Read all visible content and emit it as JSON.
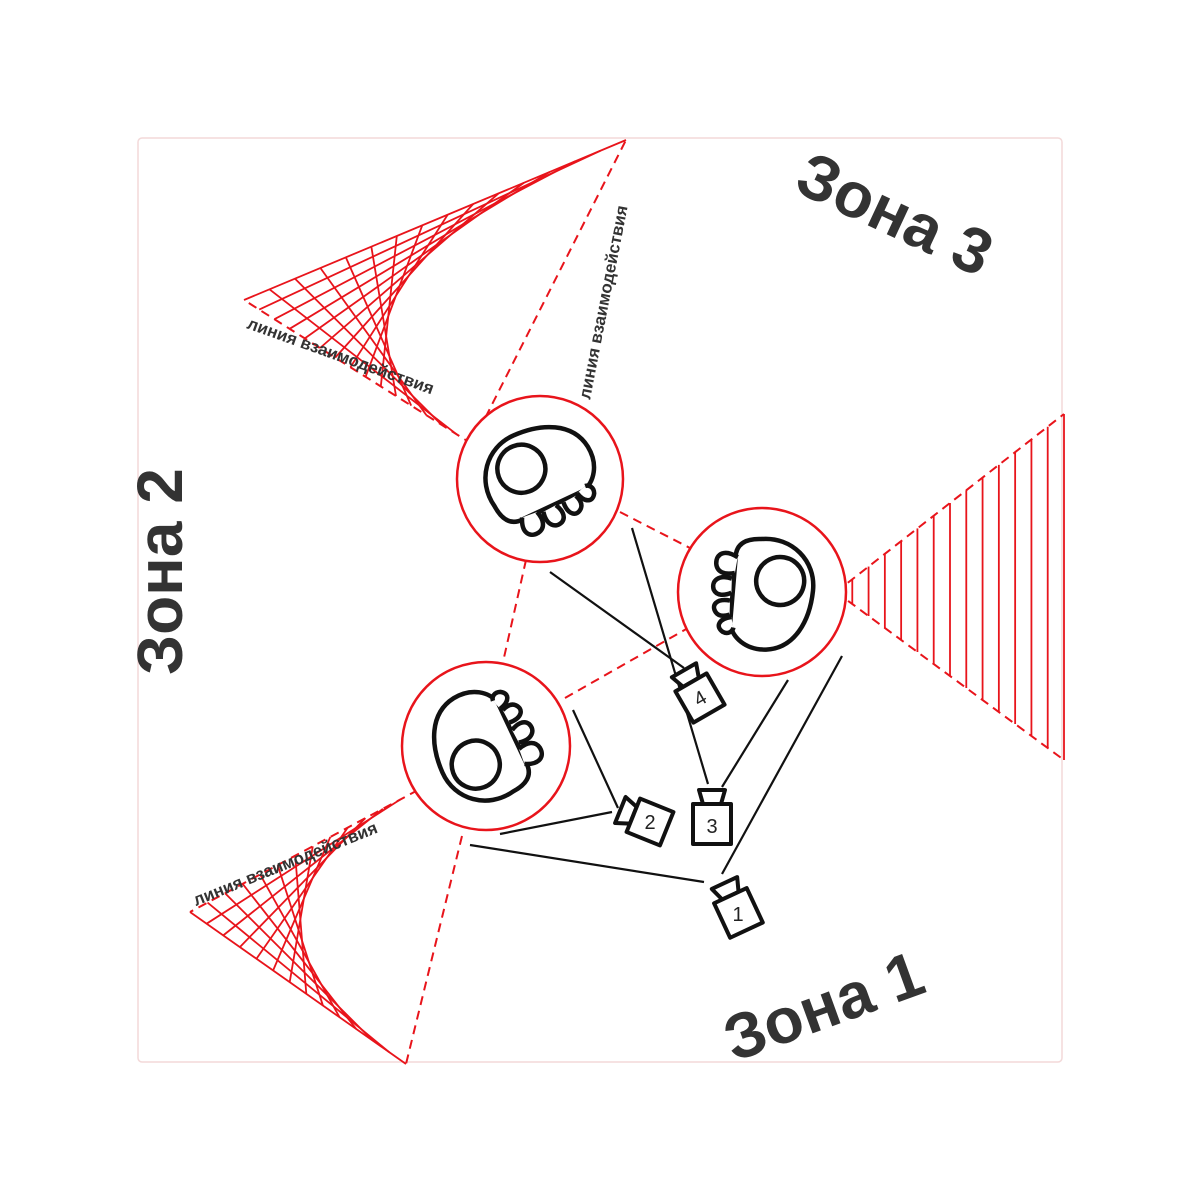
{
  "zones": {
    "zone1": "Зона 1",
    "zone2": "Зона 2",
    "zone3": "Зона 3"
  },
  "interaction_line_label": "линия взаимодействия",
  "cameras": [
    {
      "id": "camera-1",
      "number": "1"
    },
    {
      "id": "camera-2",
      "number": "2"
    },
    {
      "id": "camera-3",
      "number": "3"
    },
    {
      "id": "camera-4",
      "number": "4"
    }
  ],
  "participants": [
    {
      "id": "participant-top"
    },
    {
      "id": "participant-right"
    },
    {
      "id": "participant-left"
    }
  ],
  "colors": {
    "interaction": "#e8141b",
    "camera_lines": "#111111",
    "labels": "#333333",
    "frame": "#f3d9d9"
  },
  "icons": [
    "person-top-view-icon",
    "camera-icon"
  ]
}
